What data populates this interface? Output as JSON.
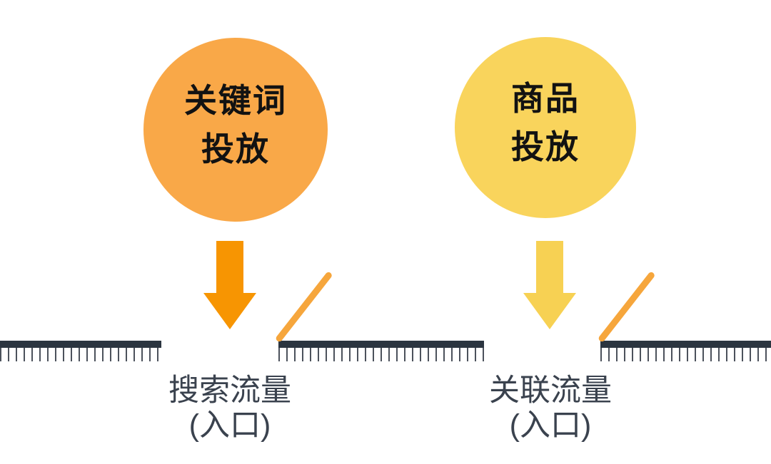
{
  "canvas": {
    "background": "#FFFFFF"
  },
  "nodes": [
    {
      "id": "keyword-targeting",
      "line1": "关键词",
      "line2": "投放",
      "fill": "#F9A848",
      "text_color": "#121212"
    },
    {
      "id": "product-targeting",
      "line1": "商品",
      "line2": "投放",
      "fill": "#F9D45C",
      "text_color": "#121212"
    }
  ],
  "arrows": [
    {
      "id": "keyword-flow-arrow",
      "direction": "down",
      "color": "#F79502"
    },
    {
      "id": "product-flow-arrow",
      "direction": "down",
      "color": "#F7D153"
    }
  ],
  "gates": [
    {
      "id": "search-entrance-gate",
      "color": "#F6A63C"
    },
    {
      "id": "association-entrance-gate",
      "color": "#F6A63C"
    }
  ],
  "ground": {
    "bar_color": "#2B3540",
    "tick_color": "#4C525C"
  },
  "labels": [
    {
      "id": "search-traffic-entrance",
      "line1": "搜索流量",
      "line2": "(入口)"
    },
    {
      "id": "association-traffic-entrance",
      "line1": "关联流量",
      "line2": "(入口)"
    }
  ],
  "label_text_color": "#3A424E"
}
